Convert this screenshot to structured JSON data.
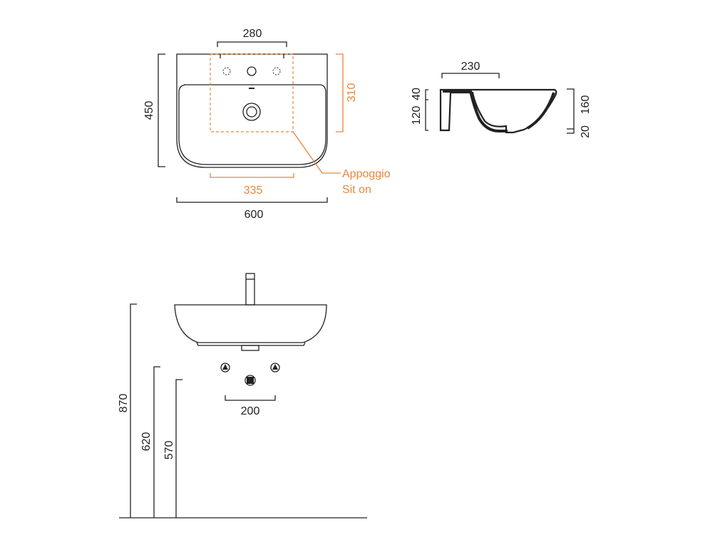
{
  "top_view": {
    "dim_tap_span": "280",
    "dim_depth": "450",
    "dim_support_depth": "310",
    "dim_support_width": "335",
    "dim_width": "600",
    "support_label_it": "Appoggio",
    "support_label_en": "Sit on"
  },
  "side_view": {
    "dim_rear": "230",
    "dim_top": "40",
    "dim_lower": "120",
    "dim_height": "160",
    "dim_base": "20"
  },
  "front_view": {
    "dim_supply_spacing": "200",
    "dim_top_height": "870",
    "dim_supply_height": "620",
    "dim_waste_height": "570"
  },
  "colors": {
    "line": "#222222",
    "accent": "#e8863c"
  }
}
